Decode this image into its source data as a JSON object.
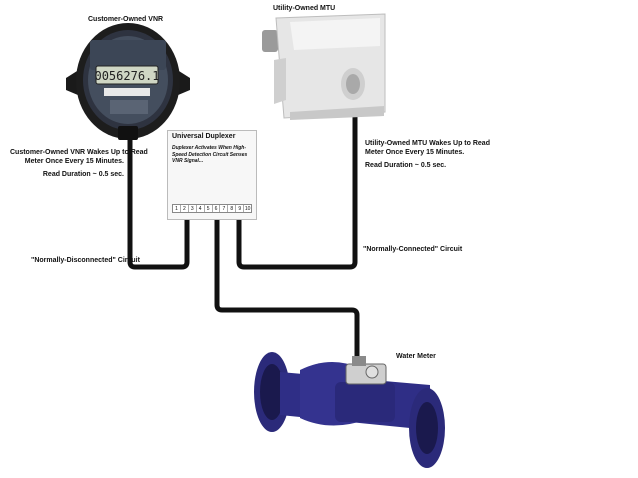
{
  "labels": {
    "vnr_title": "Customer-Owned VNR",
    "mtu_title": "Utility-Owned MTU",
    "duplexer_title": "Universal Duplexer",
    "duplexer_desc": "Duplexer Activates When High-Speed Detection Circuit Senses VNR Signal...",
    "vnr_desc_line1": "Customer-Owned VNR Wakes Up to Read",
    "vnr_desc_line2": "Meter Once Every 15 Minutes.",
    "vnr_read": "Read Duration ~ 0.5 sec.",
    "mtu_desc_line1": "Utility-Owned MTU Wakes Up to Read",
    "mtu_desc_line2": "Meter Once Every 15 Minutes.",
    "mtu_read": "Read Duration ~ 0.5 sec.",
    "nd_circuit": "\"Normally-Disconnected\" Circuit",
    "nc_circuit": "\"Normally-Connected\" Circuit",
    "water_meter": "Water Meter"
  },
  "vnr_display": "0056276.1",
  "terminals": [
    "1",
    "2",
    "3",
    "4",
    "5",
    "6",
    "7",
    "8",
    "9",
    "10"
  ],
  "colors": {
    "cable": "#111111",
    "meter_body": "#2b2a7a",
    "wire_red": "#e02020",
    "wire_green": "#18a040",
    "wire_black": "#111111"
  },
  "icons": {
    "vnr": "register-icon",
    "mtu": "transmitter-icon",
    "meter": "water-meter-icon"
  }
}
